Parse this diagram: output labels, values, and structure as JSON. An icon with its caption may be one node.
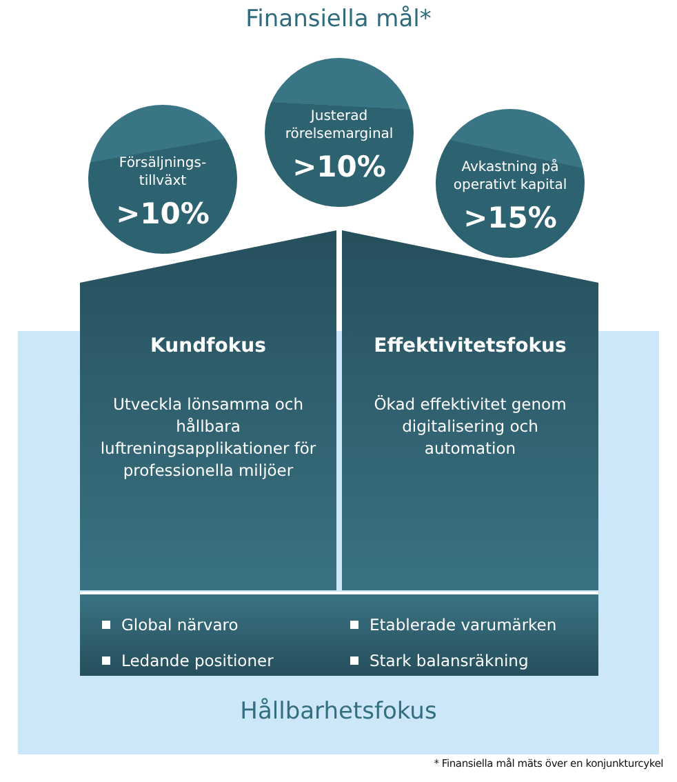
{
  "diagram": {
    "title": "Finansiella mål*",
    "caption": "* Finansiella mål mäts över en konjunkturcykel",
    "nodes": [
      {
        "text": [
          "Försäljnings-tillväxt",
          ">10%"
        ]
      },
      {
        "text": [
          "Justerad rörelsemarginal",
          ">10%"
        ]
      },
      {
        "text": [
          "Avkastning på operativt kapital",
          ">15%"
        ]
      },
      {
        "text": [
          "Kundfokus",
          "Utveckla lönsamma och hållbara luftreningsapplikationer för professionella miljöer"
        ]
      },
      {
        "text": [
          "Effektivitetsfokus",
          "Ökad effektivitet genom digitalisering och automation"
        ]
      },
      {
        "text": [
          "Hållbarhetsfokus"
        ]
      },
      {
        "text": [
          "Global närvaro",
          "Ledande positioner",
          "Etablerade varumärken",
          "Stark balansräkning"
        ],
        "in": 5
      }
    ]
  }
}
